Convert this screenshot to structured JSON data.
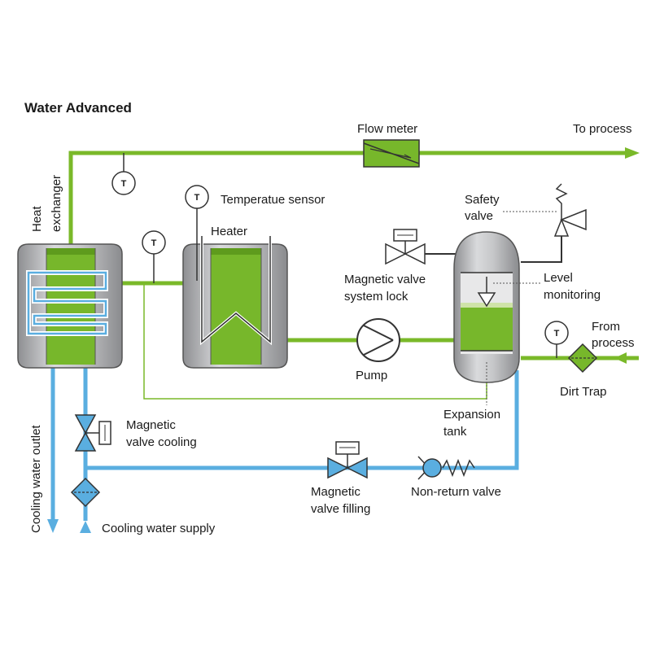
{
  "title": "Water Advanced",
  "colors": {
    "process_line": "#7ab929",
    "cooling_line": "#5aaee0",
    "tank_grey": "#b8b9bb",
    "fluid_green": "#77b72b",
    "outline": "#333333"
  },
  "labels": {
    "flow_meter": "Flow meter",
    "to_process": "To process",
    "heat_exchanger_1": "Heat",
    "heat_exchanger_2": "exchanger",
    "temperature_sensor": "Temperatue sensor",
    "heater": "Heater",
    "safety_valve_1": "Safety",
    "safety_valve_2": "valve",
    "magnetic_valve_system_lock_1": "Magnetic valve",
    "magnetic_valve_system_lock_2": "system lock",
    "level_monitoring_1": "Level",
    "level_monitoring_2": "monitoring",
    "from_process_1": "From",
    "from_process_2": "process",
    "pump": "Pump",
    "dirt_trap": "Dirt Trap",
    "expansion_tank_1": "Expansion",
    "expansion_tank_2": "tank",
    "magnetic_valve_cooling_1": "Magnetic",
    "magnetic_valve_cooling_2": "valve cooling",
    "magnetic_valve_filling_1": "Magnetic",
    "magnetic_valve_filling_2": "valve filling",
    "non_return_valve": "Non-return valve",
    "cooling_water_outlet": "Cooling water outlet",
    "cooling_water_supply": "Cooling water supply",
    "sensor_symbol": "T"
  }
}
